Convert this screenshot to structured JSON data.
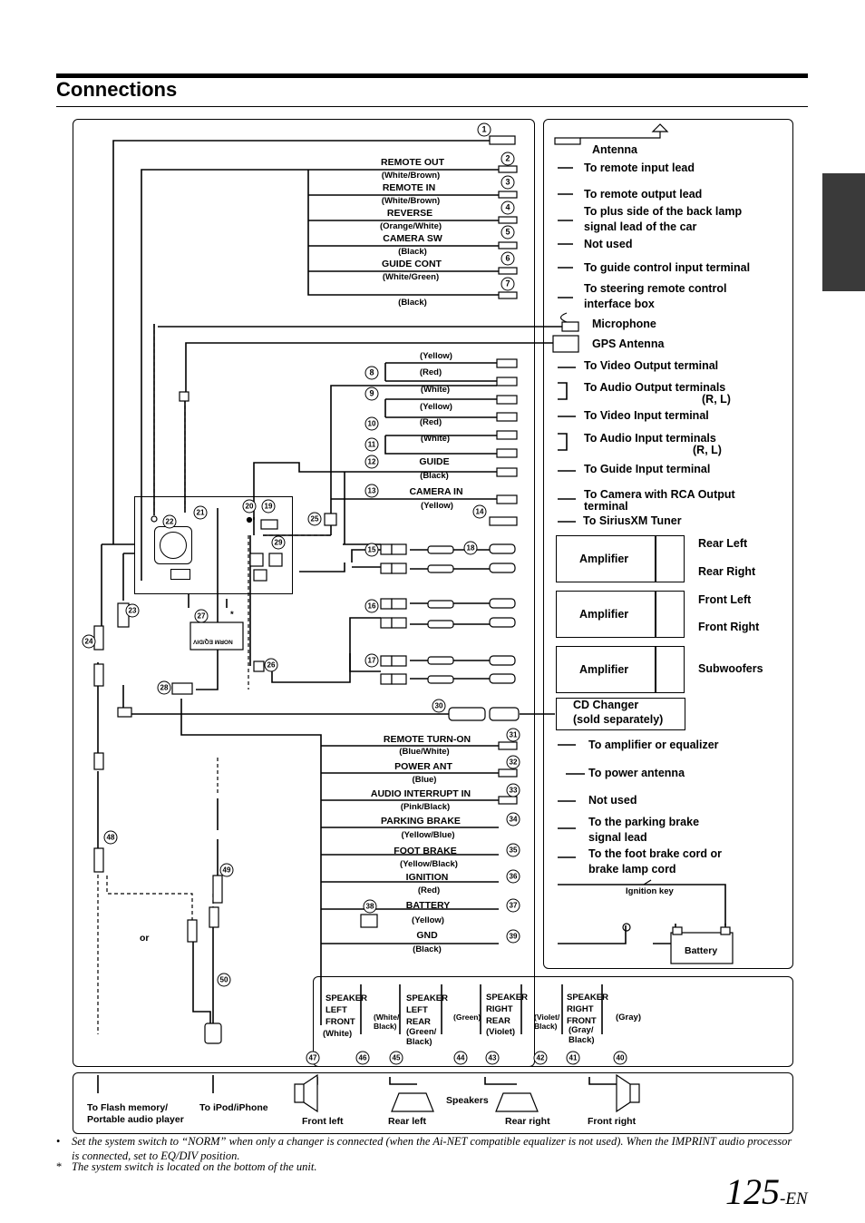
{
  "page": {
    "title": "Connections",
    "page_number": "125",
    "page_suffix": "-EN"
  },
  "wires": [
    {
      "num": "1",
      "label": "",
      "color": "",
      "dest": "Antenna"
    },
    {
      "num": "2",
      "label": "REMOTE OUT",
      "color": "(White/Brown)",
      "dest": "To remote input lead"
    },
    {
      "num": "3",
      "label": "REMOTE IN",
      "color": "(White/Brown)",
      "dest": "To remote output lead"
    },
    {
      "num": "4",
      "label": "REVERSE",
      "color": "(Orange/White)",
      "dest": "To plus side of the back lamp signal lead of the car"
    },
    {
      "num": "5",
      "label": "CAMERA SW",
      "color": "(Black)",
      "dest": "Not used"
    },
    {
      "num": "6",
      "label": "GUIDE CONT",
      "color": "(White/Green)",
      "dest": "To guide control input terminal"
    },
    {
      "num": "7",
      "label": "",
      "color": "(Black)",
      "dest": "To steering remote control interface box"
    }
  ],
  "av": {
    "mic": "Microphone",
    "gps": "GPS Antenna",
    "c_yellow": "(Yellow)",
    "c_red": "(Red)",
    "c_white": "(White)",
    "c_yellow2": "(Yellow)",
    "c_red2": "(Red)",
    "c_white2": "(White)",
    "guide": "GUIDE",
    "c_black": "(Black)",
    "camera_in": "CAMERA IN",
    "c_yellow3": "(Yellow)",
    "video_out": "To Video Output terminal",
    "audio_out": "To Audio Output terminals",
    "audio_out_rl": "(R, L)",
    "video_in": "To Video Input terminal",
    "audio_in": "To Audio Input terminals",
    "audio_in_rl": "(R, L)",
    "guide_in": "To Guide Input terminal",
    "camera_rca_1": "To Camera with RCA Output",
    "camera_rca_2": "terminal",
    "sirius": "To SiriusXM Tuner"
  },
  "amplifiers": [
    {
      "label": "Amplifier",
      "out1": "Rear Left",
      "out2": "Rear Right"
    },
    {
      "label": "Amplifier",
      "out1": "Front Left",
      "out2": "Front Right"
    },
    {
      "label": "Amplifier",
      "out1": "Subwoofers",
      "out2": ""
    }
  ],
  "cd_changer": {
    "line1": "CD Changer",
    "line2": "(sold separately)"
  },
  "power": [
    {
      "num": "31",
      "label": "REMOTE TURN-ON",
      "color": "(Blue/White)",
      "dest": "To amplifier or equalizer"
    },
    {
      "num": "32",
      "label": "POWER ANT",
      "color": "(Blue)",
      "dest": "To power antenna"
    },
    {
      "num": "33",
      "label": "AUDIO INTERRUPT IN",
      "color": "(Pink/Black)",
      "dest": "Not used"
    },
    {
      "num": "34",
      "label": "PARKING BRAKE",
      "color": "(Yellow/Blue)",
      "dest": "To the parking brake signal lead"
    },
    {
      "num": "35",
      "label": "FOOT BRAKE",
      "color": "(Yellow/Black)",
      "dest": "To the foot brake cord or brake lamp cord"
    },
    {
      "num": "36",
      "label": "IGNITION",
      "color": "(Red)",
      "dest": ""
    },
    {
      "num": "37",
      "label": "BATTERY",
      "color": "(Yellow)",
      "dest": ""
    },
    {
      "num": "39",
      "label": "GND",
      "color": "(Black)",
      "dest": ""
    }
  ],
  "ignition_key": "Ignition key",
  "battery": "Battery",
  "speaker_wires": [
    {
      "label": "SPEAKER LEFT FRONT",
      "c1": "(White)",
      "c2": "(White/ Black)"
    },
    {
      "label": "SPEAKER LEFT REAR",
      "c1": "(Green/ Black)",
      "c2": "(Green)"
    },
    {
      "label": "SPEAKER RIGHT REAR",
      "c1": "(Violet)",
      "c2": "(Violet/ Black)"
    },
    {
      "label": "SPEAKER RIGHT FRONT",
      "c1": "(Gray/ Black)",
      "c2": "(Gray)"
    }
  ],
  "speakers": {
    "title": "Speakers",
    "front_left": "Front left",
    "rear_left": "Rear left",
    "rear_right": "Rear right",
    "front_right": "Front right"
  },
  "misc": {
    "or": "or",
    "flash": "To Flash memory/ Portable audio player",
    "flash1": "To Flash memory/",
    "flash2": "Portable audio player",
    "ipod": "To iPod/iPhone",
    "switch_label": "NORM EQ/DIV",
    "asterisk": "*"
  },
  "notes": {
    "bullet": "•",
    "note1": "Set the system switch to “NORM” when only a changer is connected (when the Ai-NET compatible equalizer is not used). When the IMPRINT audio processor is connected, set to EQ/DIV position.",
    "star": "*",
    "note2": "The system switch is located on the bottom of the unit."
  },
  "nums": [
    "1",
    "2",
    "3",
    "4",
    "5",
    "6",
    "7",
    "8",
    "9",
    "10",
    "11",
    "12",
    "13",
    "14",
    "15",
    "16",
    "17",
    "18",
    "19",
    "20",
    "21",
    "22",
    "23",
    "24",
    "25",
    "26",
    "27",
    "28",
    "29",
    "30",
    "31",
    "32",
    "33",
    "34",
    "35",
    "36",
    "37",
    "38",
    "39",
    "40",
    "41",
    "42",
    "43",
    "44",
    "45",
    "46",
    "47",
    "48",
    "49",
    "50"
  ]
}
